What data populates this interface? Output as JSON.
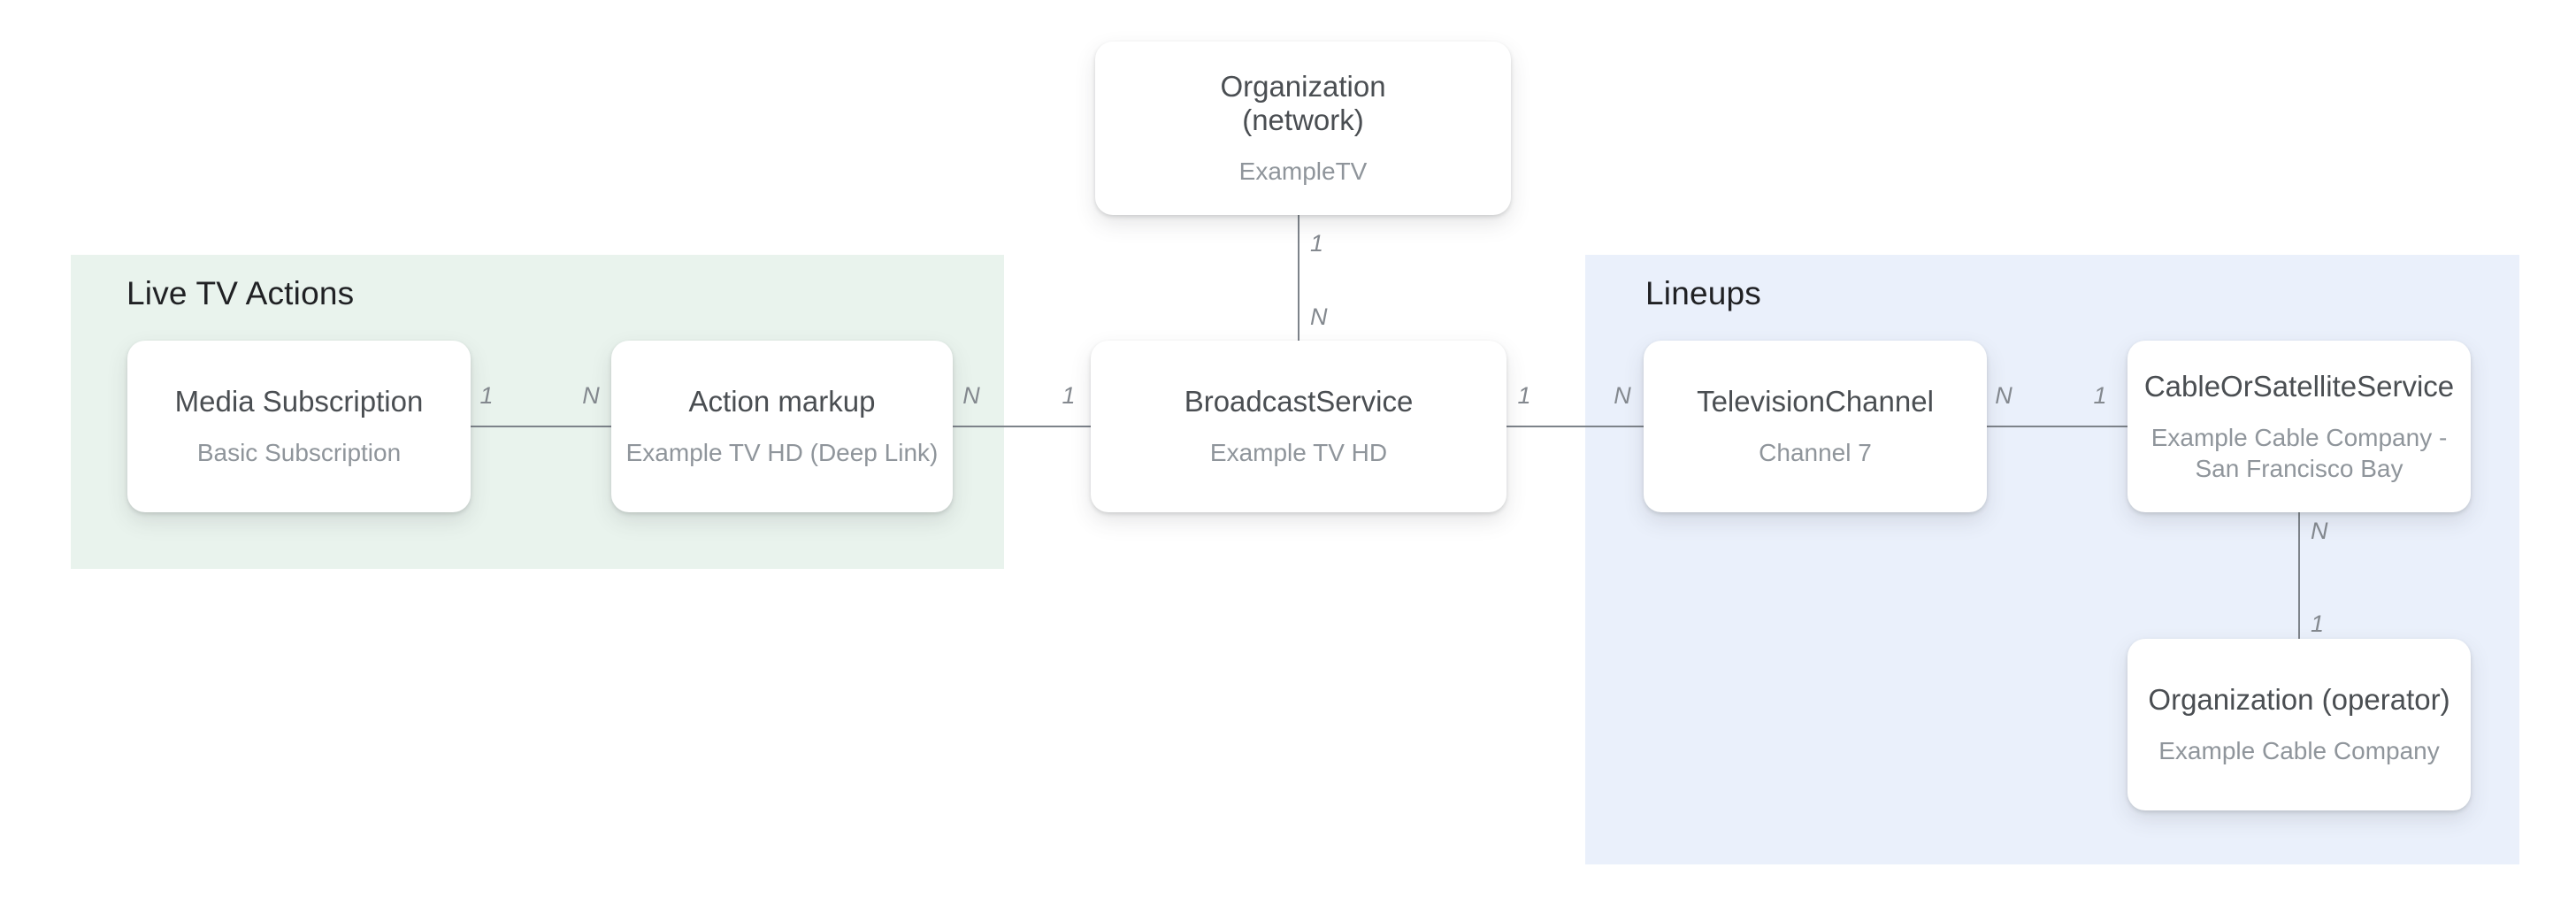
{
  "colors": {
    "green_panel_bg": "#e9f3ed",
    "blue_panel_bg": "#eaf0fb",
    "heading_color": "#202124",
    "title_color": "#4a4e52",
    "subtitle_color": "#8f959b",
    "line_color": "#7d838a",
    "label_color": "#84898f"
  },
  "panels": {
    "live_tv_actions": {
      "label": "Live TV Actions"
    },
    "lineups": {
      "label": "Lineups"
    }
  },
  "nodes": {
    "org_network": {
      "title_lines": [
        "Organization",
        "(network)"
      ],
      "subtitle": "ExampleTV"
    },
    "media_subscription": {
      "title": "Media Subscription",
      "subtitle": "Basic Subscription"
    },
    "action_markup": {
      "title": "Action markup",
      "subtitle": "Example TV HD (Deep Link)"
    },
    "broadcast_service": {
      "title": "BroadcastService",
      "subtitle": "Example TV HD"
    },
    "television_channel": {
      "title": "TelevisionChannel",
      "subtitle": "Channel 7"
    },
    "cable_or_satellite_service": {
      "title": "CableOrSatelliteService",
      "subtitle_lines": [
        "Example Cable Company -",
        "San Francisco Bay"
      ]
    },
    "org_operator": {
      "title": "Organization (operator)",
      "subtitle": "Example Cable Company"
    }
  },
  "connectors": {
    "network_to_broadcast": {
      "from_label": "1",
      "to_label": "N"
    },
    "media_to_action": {
      "from_label": "1",
      "to_label": "N"
    },
    "action_to_broadcast": {
      "from_label": "N",
      "to_label": "1"
    },
    "broadcast_to_channel": {
      "from_label": "1",
      "to_label": "N"
    },
    "channel_to_cable": {
      "from_label": "N",
      "to_label": "1"
    },
    "cable_to_operator": {
      "from_label": "N",
      "to_label": "1"
    }
  }
}
